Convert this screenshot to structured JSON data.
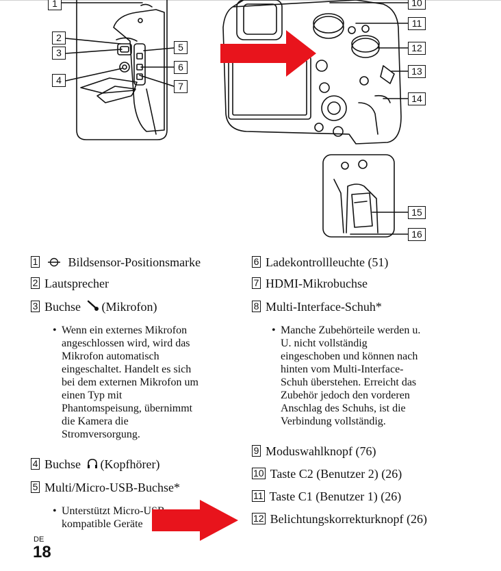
{
  "callouts": {
    "c1": "1",
    "c2": "2",
    "c3": "3",
    "c4": "4",
    "c5": "5",
    "c6": "6",
    "c7": "7",
    "c10": "10",
    "c11": "11",
    "c12": "12",
    "c13": "13",
    "c14": "14",
    "c15": "15",
    "c16": "16"
  },
  "list_left": [
    {
      "num": "1",
      "text": "Bildsensor-Positionsmarke",
      "icon": "sensor-plane-mark-icon"
    },
    {
      "num": "2",
      "text": "Lautsprecher"
    },
    {
      "num": "3",
      "text": "Buchse",
      "suffix": "(Mikrofon)",
      "icon": "microphone-icon"
    },
    {
      "num": "4",
      "text": "Buchse",
      "suffix": "(Kopfhörer)",
      "icon": "headphone-icon"
    },
    {
      "num": "5",
      "text": "Multi/Micro-USB-Buchse*"
    }
  ],
  "note_left_1": [
    "Wenn ein externes Mikrofon",
    "angeschlossen wird, wird das",
    "Mikrofon automatisch",
    "eingeschaltet. Handelt es sich",
    "bei dem externen Mikrofon um",
    "einen Typ mit",
    "Phantomspeisung, übernimmt",
    "die Kamera die",
    "Stromversorgung."
  ],
  "note_left_2": [
    "Unterstützt Micro-USB-",
    "kompatible Geräte"
  ],
  "list_right": [
    {
      "num": "6",
      "text": "Ladekontrollleuchte (51)"
    },
    {
      "num": "7",
      "text": "HDMI-Mikrobuchse"
    },
    {
      "num": "8",
      "text": "Multi-Interface-Schuh*"
    },
    {
      "num": "9",
      "text": "Moduswahlknopf (76)"
    },
    {
      "num": "10",
      "text": "Taste C2 (Benutzer 2) (26)"
    },
    {
      "num": "11",
      "text": "Taste C1 (Benutzer 1) (26)"
    },
    {
      "num": "12",
      "text": "Belichtungskorrekturknopf (26)"
    }
  ],
  "note_right": [
    "Manche Zubehörteile werden u.",
    "U. nicht vollständig",
    "eingeschoben und können nach",
    "hinten vom Multi-Interface-",
    "Schuh überstehen. Erreicht das",
    "Zubehör jedoch den vorderen",
    "Anschlag des Schuhs, ist die",
    "Verbindung vollständig."
  ],
  "footer": {
    "lang": "DE",
    "page": "18"
  },
  "colors": {
    "arrow": "#e8141c",
    "line": "#111111"
  }
}
